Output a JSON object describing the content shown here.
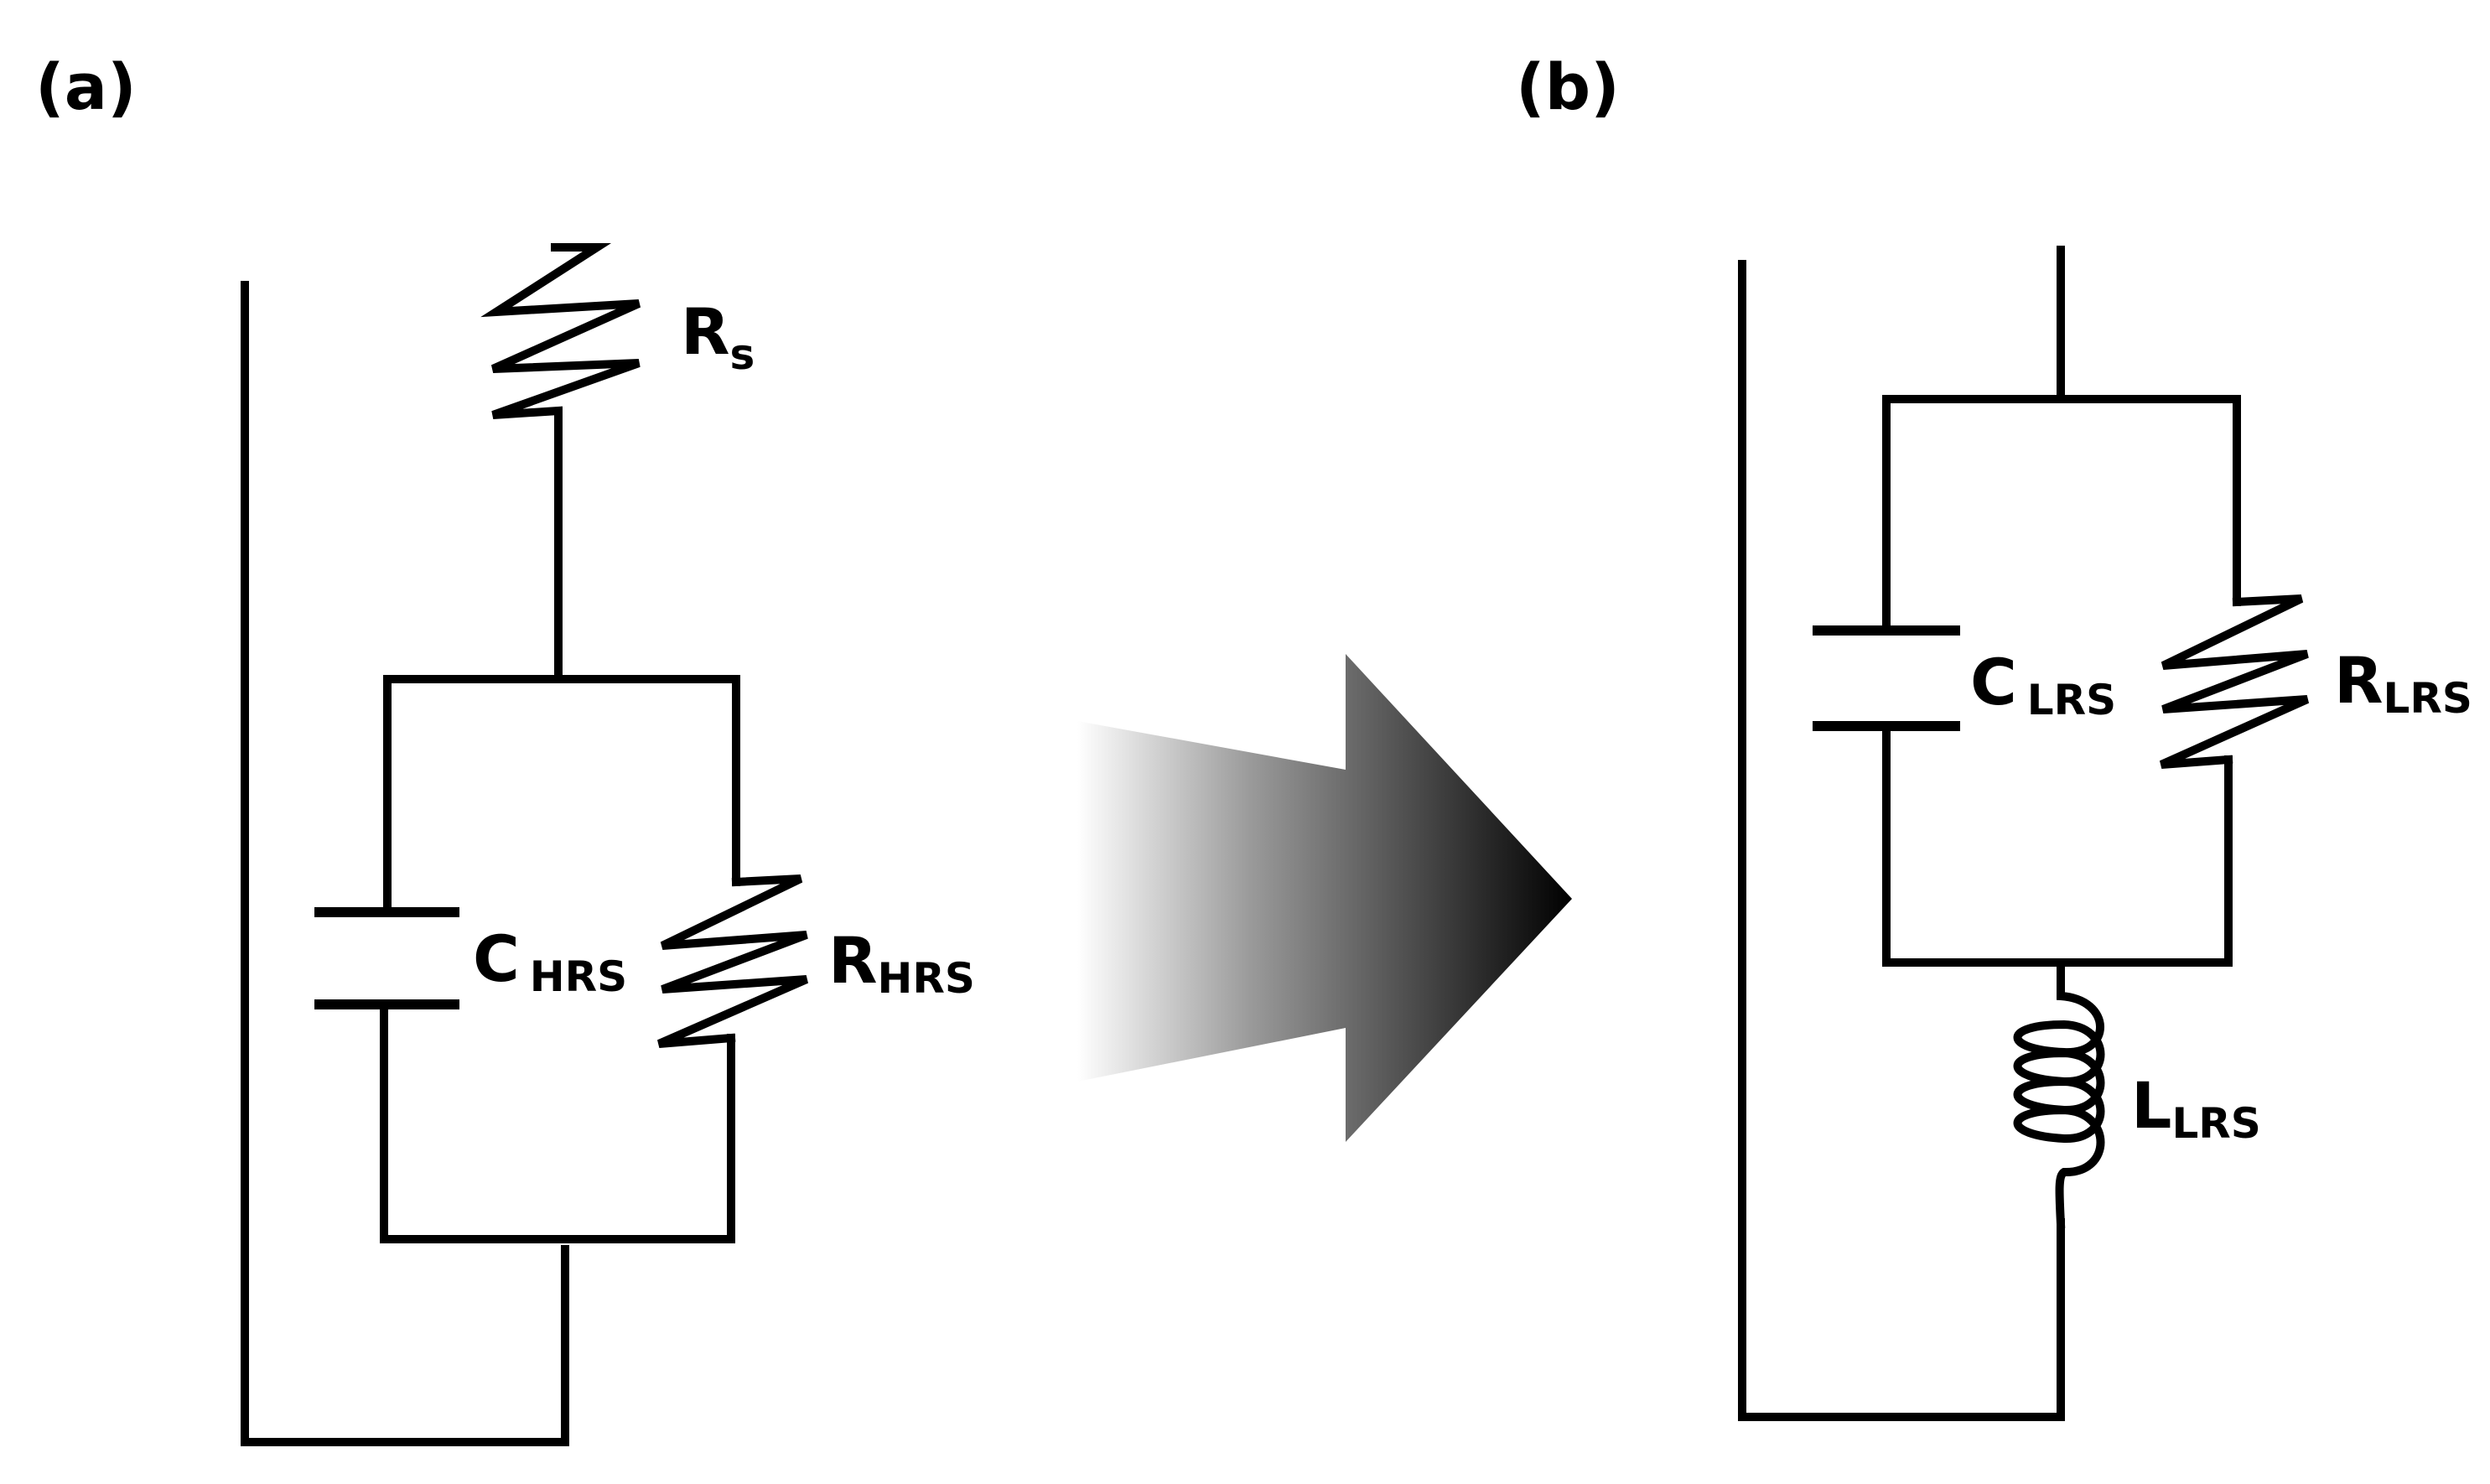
{
  "panels": [
    {
      "label": "(a)",
      "components": {
        "series_resistor": {
          "main": "R",
          "sub": "s"
        },
        "capacitor": {
          "main": "C",
          "sub": "HRS"
        },
        "resistor": {
          "main": "R",
          "sub": "HRS"
        }
      }
    },
    {
      "label": "(b)",
      "components": {
        "capacitor": {
          "main": "C",
          "sub": "LRS"
        },
        "resistor": {
          "main": "R",
          "sub": "LRS"
        },
        "inductor": {
          "main": "L",
          "sub": "LRS"
        }
      }
    }
  ],
  "arrow": {
    "gradient_from": "#ffffff",
    "gradient_to": "#000000",
    "direction": "right"
  },
  "colors": {
    "line": "#000000",
    "background": "#ffffff"
  }
}
